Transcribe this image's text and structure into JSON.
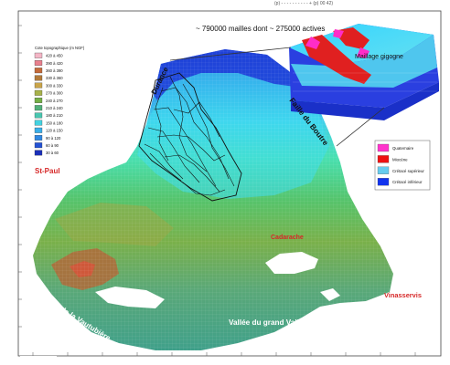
{
  "header": {
    "mesh_count": "~ 790000 mailles dont ~ 275000 actives",
    "top_strip": "(p) - - - - - - - - - - + (p) 00 42)"
  },
  "legend_elevation": {
    "title": "Cote topographique (m NGF)",
    "ranges": [
      "420 à 450",
      "390 à 420",
      "360 à 390",
      "330 à 360",
      "300 à 330",
      "270 à 300",
      "240 à 270",
      "210 à 240",
      "180 à 210",
      "150 à 180",
      "120 à 150",
      "90 à 120",
      "60 à 90",
      "30 à 60"
    ],
    "colors": [
      "#f4b6c6",
      "#e9808e",
      "#c46a3a",
      "#b27a3a",
      "#c9a44a",
      "#a8b24a",
      "#74b046",
      "#52b07a",
      "#49c6b0",
      "#44d2e0",
      "#3aaee8",
      "#2f88e2",
      "#2352d4",
      "#1a2fb8"
    ]
  },
  "legend_geology": {
    "items": [
      {
        "label": "Quaternaire",
        "color": "#ff33cc"
      },
      {
        "label": "Miocène",
        "color": "#ee1111"
      },
      {
        "label": "Crétacé supérieur",
        "color": "#66ccee"
      },
      {
        "label": "Crétacé inférieur",
        "color": "#1133ee"
      }
    ]
  },
  "labels": {
    "durance": "Durance",
    "faille": "Faille du Boutre",
    "st_paul": "St-Paul",
    "cadarache": "Cadarache",
    "inset": "Maillage gigogne",
    "sommet": "Sommet de la Vautubière",
    "vallee": "Vallée du grand Vallat",
    "vinasservis": "Vinasservis"
  },
  "y_ticks": [
    "",
    "",
    "",
    "",
    "",
    "",
    "",
    "",
    "",
    "",
    "",
    ""
  ],
  "x_ticks": [
    "",
    "",
    "",
    "",
    "",
    "",
    "",
    "",
    "",
    "",
    "",
    ""
  ]
}
